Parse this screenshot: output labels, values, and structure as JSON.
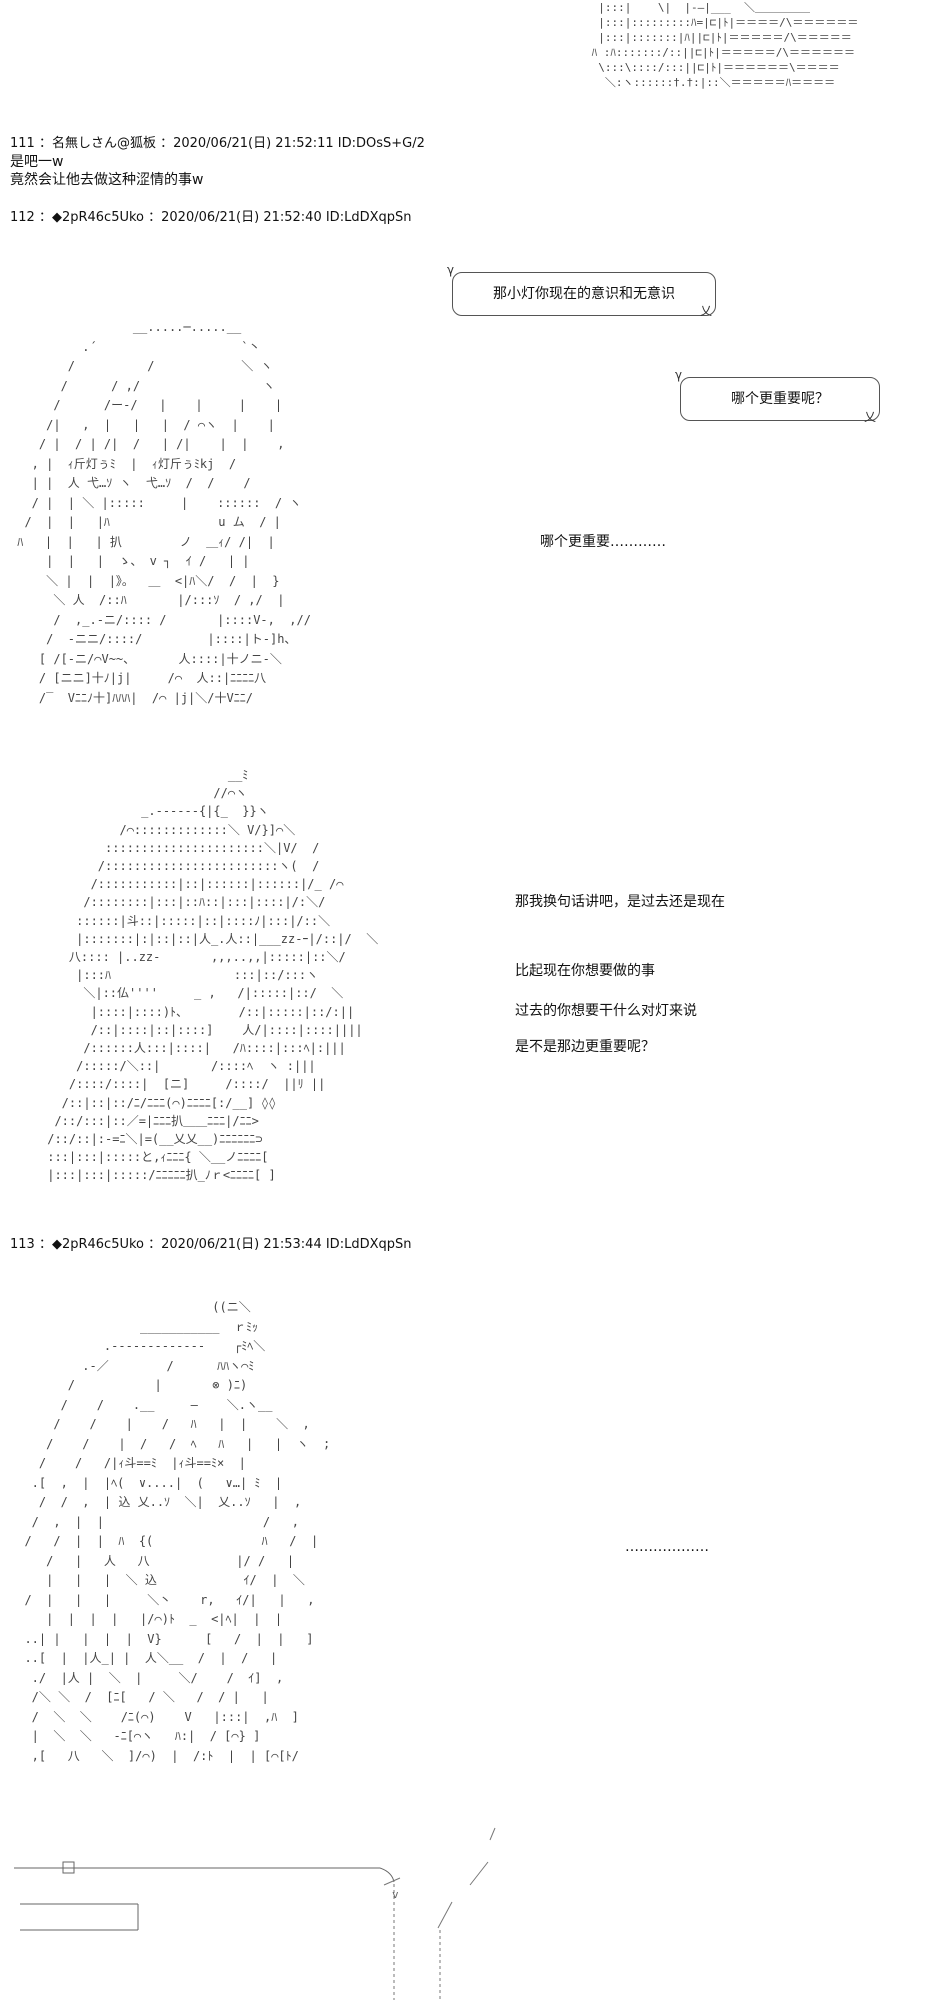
{
  "posts": [
    {
      "header": "111 ：名無しさん@狐板 ：2020/06/21(日) 21:52:11 ID:DOsS+G/2",
      "lines": [
        "是吧一w",
        "竟然会让他去做这种涩情的事w"
      ]
    },
    {
      "header": "112 ：◆2pR46c5Uko ：2020/06/21(日) 21:52:40 ID:LdDXqpSn",
      "bubbles": [
        "那小灯你现在的意识和无意识",
        "哪个更重要呢？"
      ],
      "speech_1": "哪个更重要…………",
      "speech_2": [
        "那我换句话讲吧，是过去还是现在",
        "比起现在你想要做的事",
        "过去的你想要干什么对灯来说",
        "是不是那边更重要呢？"
      ]
    },
    {
      "header": "113 ：◆2pR46c5Uko ：2020/06/21(日) 21:53:44 ID:LdDXqpSn",
      "speech_1": "………………"
    }
  ],
  "ascii_art": {
    "top_fragment": [
      "  |:::|    \\|  |‐―|___  ＼＿＿＿＿＿",
      "  |:::|:::::::::ﾊ=|⊏|ﾄ|＝＝＝＝/\\＝＝＝＝＝＝",
      "  |:::|:::::::|ﾊ||⊏|ﾄ|＝＝＝＝＝/\\＝＝＝＝＝",
      " ﾊ :ﾊ:::::::/::||⊏|ﾄ|＝＝＝＝＝/\\＝＝＝＝＝＝",
      "  \\:::\\::::/:::||⊏|ﾄ|＝＝＝＝＝＝\\＝＝＝＝",
      "   ＼:ヽ::::::†.†:|::＼＝＝＝＝＝ﾊ＝＝＝＝"
    ],
    "girl_1": [
      "                 __.....─.....__",
      "          .´                    `丶",
      "        /          /            ＼ ヽ",
      "       /      / ,/                 ヽ",
      "      /      /ー-/   |    |     |    |",
      "     /|   ,  |   |   |  / ⌒ヽ  |    |",
      "    / |  / | /|  /   | /|    |  |    ,",
      "   , |  ｨ斤灯ぅﾐ  |  ｨ灯斤ぅﾐkj  /",
      "   | |  人 弋…ｿ ヽ  弋…ｿ  /  /    /",
      "   / |  | ＼ |:::::     |    ::::::  / ヽ",
      "  /  |  |   |ﾊ               u ム  / |",
      " ﾊ   |  |   | 扒        ノ  ＿ｨ/ /|  |",
      "     |  |   |  ゝ、 v ┐  ｲ /   | |",
      "     ＼ |  |  |》。  ＿  <|ﾊ＼/  /  |  }",
      "      ＼ 人  /::ﾊ       |/:::ｿ  / ,/  |",
      "      /  ,_.-ニ/:::: /       |::::V-,  ,//",
      "     /  -ニニ/::::/         |::::|ト-]h、",
      "    [ /[-ニ/⌒V~~、      人::::|十ノニ-＼",
      "    / [ニニ]十ﾉ|j|     /⌒  人::|ﾆﾆﾆﾆ八",
      "    /‾  Vﾆﾆﾉ十]ﾊﾊﾊ|  /⌒ |j|＼/十Vﾆﾆ/"
    ],
    "girl_2": [
      "                          __ﾐ",
      "                        //⌒ヽ",
      "              _.-‐‐‐‐‐{|{_  }}ヽ",
      "           /⌒:::::::::::::＼ V/}]⌒＼",
      "         ::::::::::::::::::::::＼|V/  /",
      "        /::::::::::::::::::::::::ヽ(  /",
      "       /:::::::::::|::|::::::|::::::|/_ /⌒",
      "      /::::::::|:::|::ﾊ::|:::|::::|/:＼/",
      "     ::::::|斗::|:::::|::|::::ﾉ|:::|/::＼",
      "     |:::::::|:|::|::|人_.人::|___zz-ｰ|/::|/  ＼",
      "    八:::: |..zz-       ,,,..,,|:::::|::＼/",
      "     |:::ﾊ                 :::|::/:::ヽ",
      "      ＼|::仏''''     _ ,   /|:::::|::/  ＼",
      "       |::::|::::)ﾄ、       /::|:::::|::/:||",
      "       /::|::::|::|::::]    人/|::::|::::||||",
      "      /::::::人:::|::::|   /ﾊ::::|:::ﾍ|:|||",
      "     /:::::/＼::|       /::::ﾍ  ヽ :|||",
      "    /::::/::::|  [ニ]     /::::/  ||ﾘ ||",
      "   /::|::|::/ﾆ/ﾆﾆﾆ(⌒)ﾆﾆﾆﾆ[:/__] ◊◊",
      "  /::/:::|::／=|ﾆﾆﾆ扒＿＿ﾆﾆﾆ|/ﾆﾆ>",
      " /::/::|:-=ﾆ＼|=(__乂乂__)ﾆﾆﾆﾆﾆﾆ⊃",
      " :::|:::|:::::と,ｨﾆﾆﾆ{ ＼__ノﾆﾆﾆﾆ[",
      " |:::|:::|:::::/ﾆﾆﾆﾆﾆ扒_ﾉｒ<ﾆﾆﾆﾆ[ ]"
    ],
    "girl_3": [
      "                            ((ニ＼",
      "                  ___________  ｒﾐｯ",
      "             .-‐‐‐‐‐‐‐‐‐‐‐-    ┌ﾐﾍ＼",
      "          .-／        /      ﾊﾊヽ⌒ﾐ",
      "        /           |       ⊗ )ﾆ)",
      "       /    /    .__     —    ＼.ヽ__",
      "      /    /    |    /   ﾊ   |  |    ＼  ,",
      "     /    /    |  /   /  ﾍ   ﾊ   |   |  ヽ  ;",
      "    /    /   /|ｨ斗==ﾐ  |ｨ斗==ﾐ×  |",
      "   .[  ,  |  |ﾍ(  ∨....|  (   ∨…| ﾐ  |",
      "    /  /  ,  | 込 乂..ｿ  ＼|  乂..ｿ   |  ,",
      "   /  ,  |  |                      /   ,",
      "  /   /  |  |  ﾊ  {(               ﾊ   /  |",
      "     /   |   人   八            |/ /   |",
      "     |   |   |  ＼ 込            ｲ/  |  ＼",
      "  /  |   |   |     ＼丶    r,   ｲ/|   |   ,",
      "     |  |  |  |   |/⌒)ﾄ  _  <|ﾍ|  |  |",
      "  ..| |   |  |  |  V}      [   /  |  |   ]",
      "  ..[  |  |人_| |  人＼__  /  |  /   |",
      "   ./  |人 |  ＼  |     ＼/    /  ｲ]  ,",
      "   /＼ ＼  /  [ﾆ[   / ＼   /  / |   |",
      "   /  ＼  ＼    /ﾆ(⌒)    V   |:::|  ,ﾊ  ]",
      "   |  ＼  ＼   -ﾆ[⌒ヽ   ﾊ:|  / [⌒} ]",
      "   ,[   八   ＼  ]/⌒)  |  /:ﾄ  |  | [⌒[ﾄ/"
    ]
  }
}
